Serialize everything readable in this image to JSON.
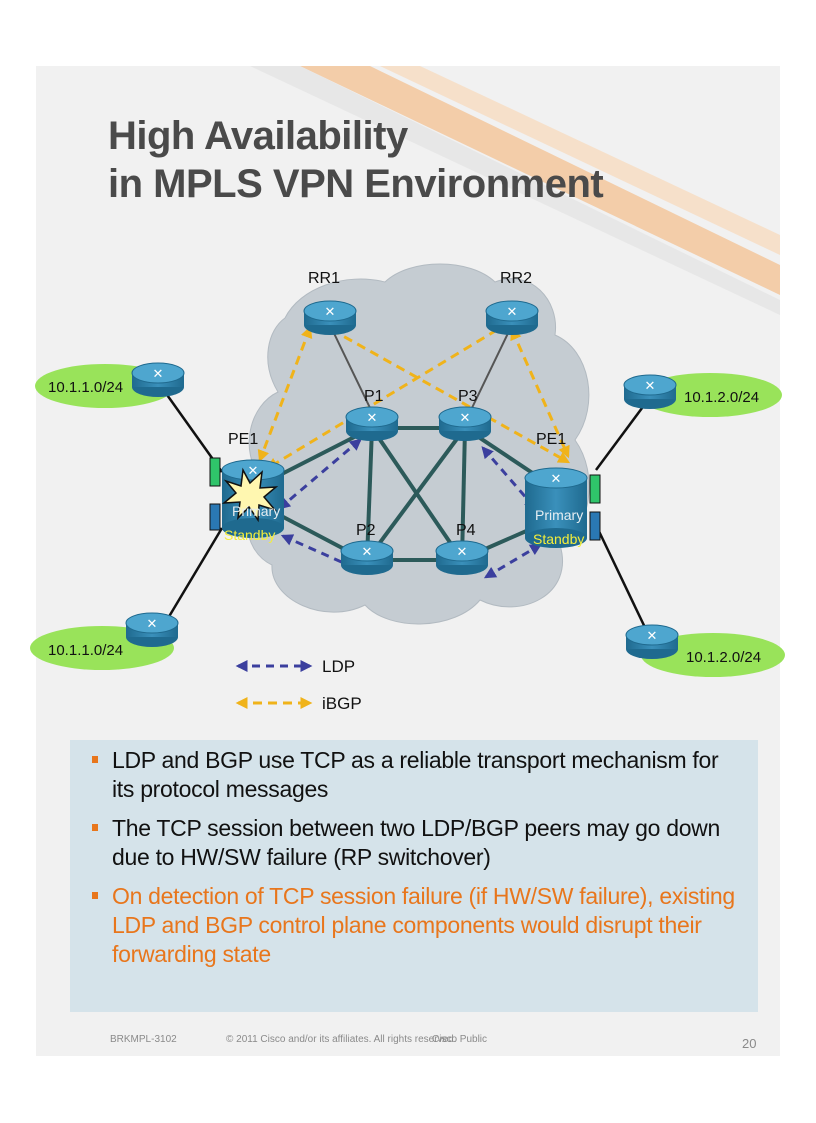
{
  "slide": {
    "title_line1": "High Availability",
    "title_line2": "in MPLS VPN Environment"
  },
  "diagram": {
    "routers": {
      "rr1": "RR1",
      "rr2": "RR2",
      "p1": "P1",
      "p2": "P2",
      "p3": "P3",
      "p4": "P4",
      "pe_left": "PE1",
      "pe_right": "PE1"
    },
    "pe_states": {
      "primary": "Primary",
      "standby": "Standby"
    },
    "ce_sites": {
      "left_top": "10.1.1.0/24",
      "left_bottom": "10.1.1.0/24",
      "right_top": "10.1.2.0/24",
      "right_bottom": "10.1.2.0/24"
    },
    "legend": {
      "ldp": "LDP",
      "ibgp": "iBGP"
    },
    "colors": {
      "cloud": "#c5ccd2",
      "router": "#2b7ba3",
      "router_top": "#4ea6cf",
      "ce_cloud": "#99e35a",
      "ldp": "#3b3f9e",
      "ibgp": "#f0b31a",
      "core_link": "#2c5a5a",
      "rp_primary": "#2fc46a",
      "rp_standby": "#2a78b4"
    }
  },
  "bullets": [
    "LDP and BGP use TCP as a reliable transport mechanism for its protocol messages",
    "The TCP session between two LDP/BGP peers may go down due to HW/SW failure (RP switchover)",
    "On detection of TCP session failure (if HW/SW failure), existing LDP and BGP control plane components would disrupt their forwarding state"
  ],
  "footer": {
    "code": "BRKMPL-3102",
    "copyright": "© 2011 Cisco and/or its affiliates. All rights reserved.",
    "classification": "Cisco Public",
    "page": "20"
  }
}
